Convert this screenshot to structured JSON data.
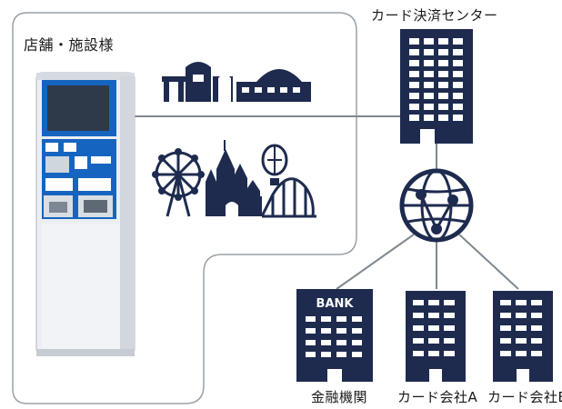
{
  "store_label": "店舗・施設様",
  "center_label": "カード決済センター",
  "bank_label": "金融機関",
  "card_a_label": "カード会社A",
  "card_b_label": "カード会社B",
  "bank_sign": "BANK",
  "colors": {
    "navy": "#1e2b4f",
    "frame": "#9aa0a6",
    "machine_blue": "#1565c0"
  }
}
